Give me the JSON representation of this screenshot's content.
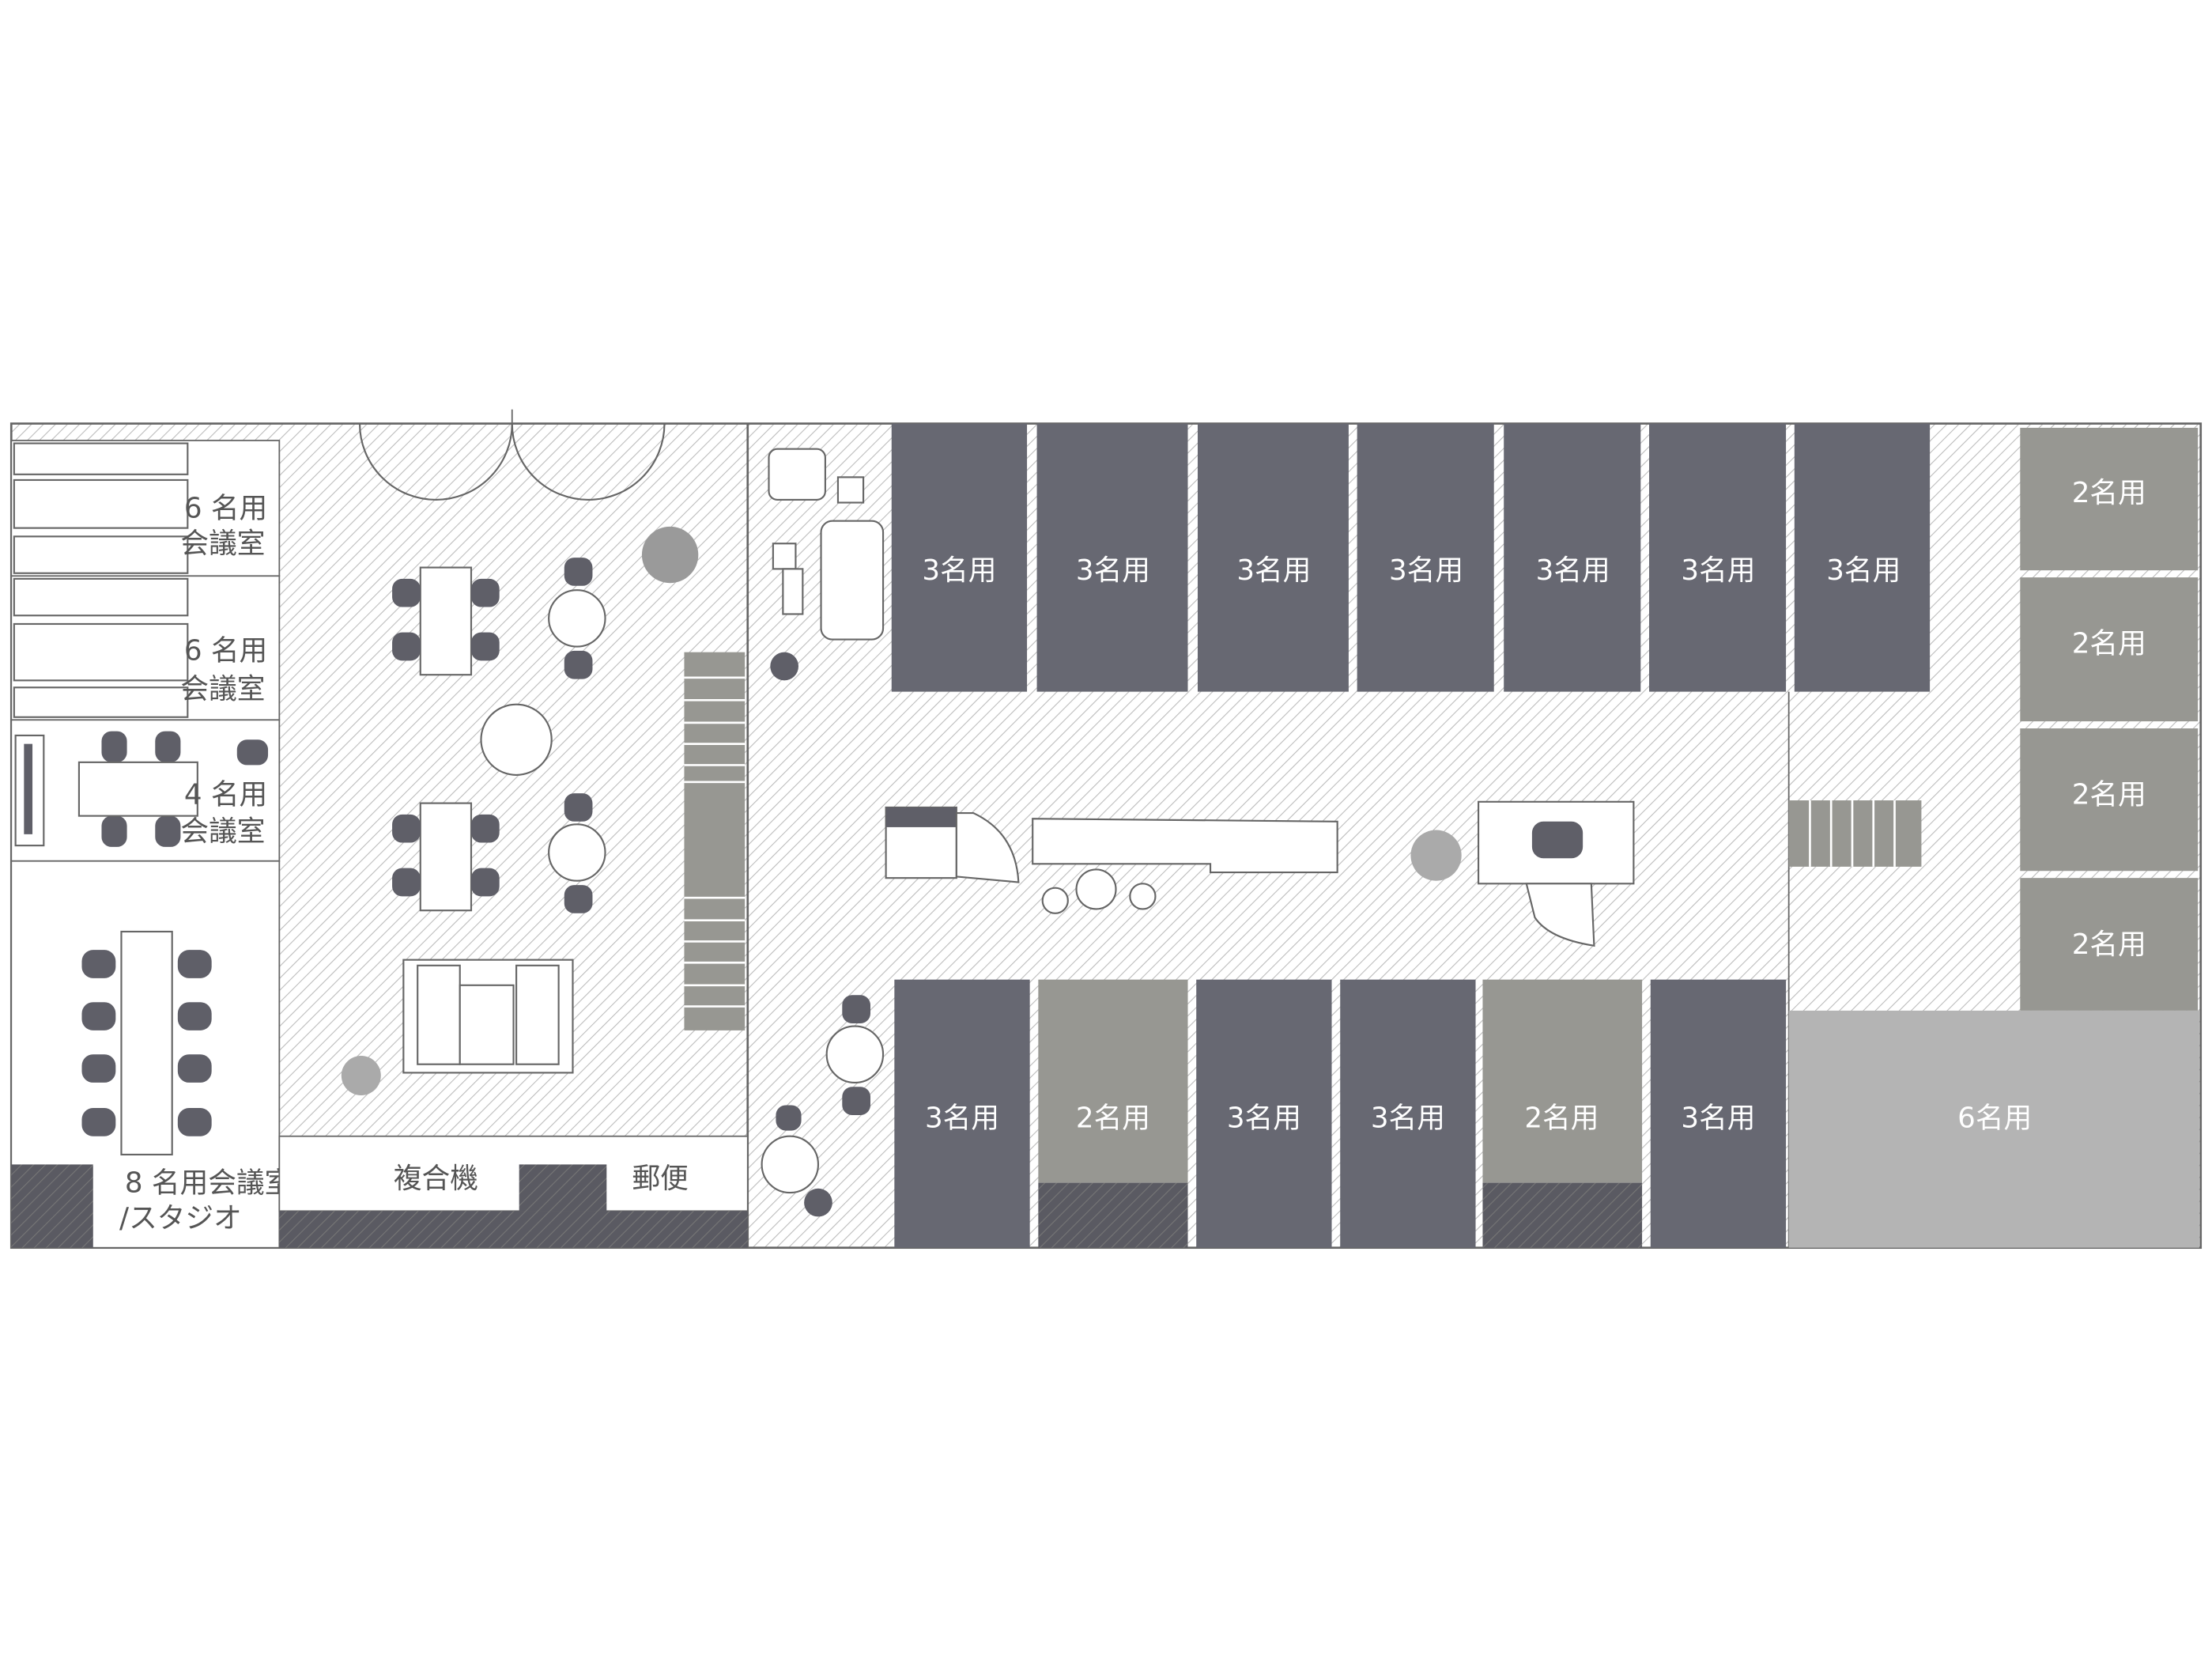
{
  "title": "フロアマップ",
  "colors": {
    "booth_dark": "#676872",
    "booth_light": "#979792",
    "room_6": "#b4b4b4",
    "wall": "#666666"
  },
  "left_rooms": [
    {
      "line1": "6 名用",
      "line2": "会議室"
    },
    {
      "line1": "6 名用",
      "line2": "会議室"
    },
    {
      "line1": "4 名用",
      "line2": "会議室"
    },
    {
      "line1": "8 名用会議室",
      "line2": "/スタジオ"
    }
  ],
  "facilities": {
    "copier": "複合機",
    "mail": "郵便"
  },
  "top_booths": [
    "3名用",
    "3名用",
    "3名用",
    "3名用",
    "3名用",
    "3名用",
    "3名用"
  ],
  "bottom_booths": [
    {
      "label": "3名用",
      "type": "dark"
    },
    {
      "label": "2名用",
      "type": "light"
    },
    {
      "label": "3名用",
      "type": "dark"
    },
    {
      "label": "3名用",
      "type": "dark"
    },
    {
      "label": "2名用",
      "type": "light"
    },
    {
      "label": "3名用",
      "type": "dark"
    }
  ],
  "right_booths": [
    "2名用",
    "2名用",
    "2名用",
    "2名用"
  ],
  "large_room": "6名用"
}
